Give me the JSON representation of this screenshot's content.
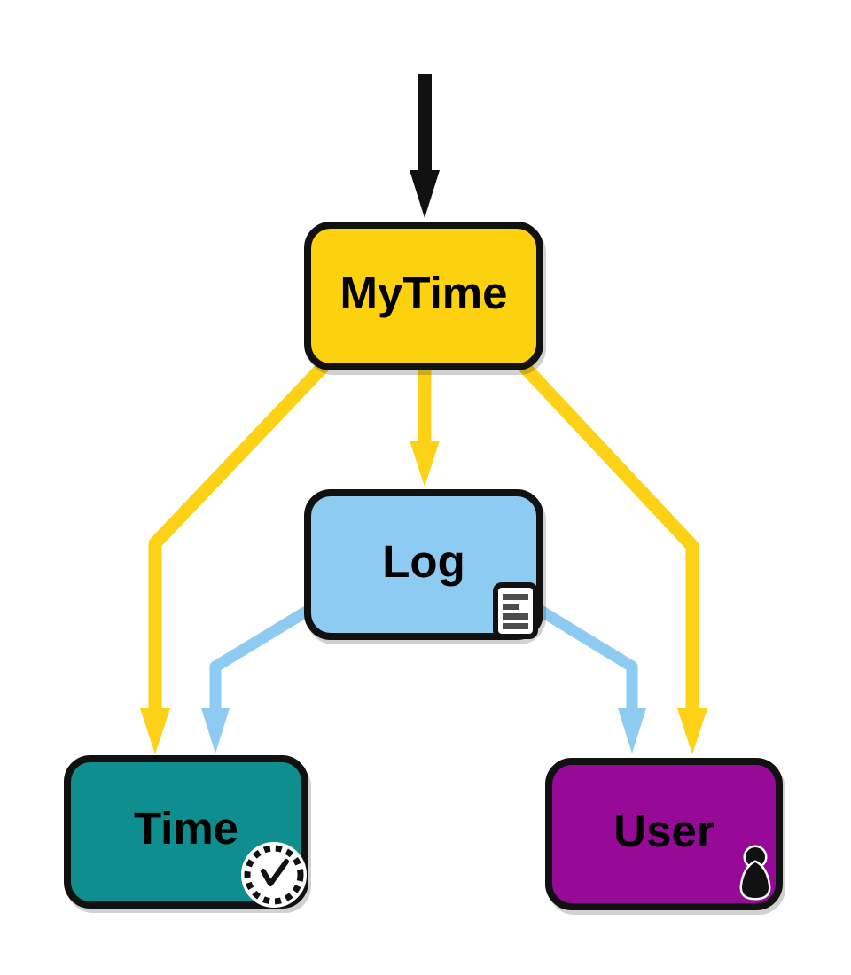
{
  "diagram": {
    "background_color": "#FFFFFF",
    "border_color": "#111111",
    "nodes": [
      {
        "id": "mytime",
        "label": "MyTime",
        "fill": "#FCD10E",
        "text_color": "#000000",
        "icon": null
      },
      {
        "id": "log",
        "label": "Log",
        "fill": "#8ECBF2",
        "text_color": "#000000",
        "icon": "document-icon"
      },
      {
        "id": "time",
        "label": "Time",
        "fill": "#0E8E8E",
        "text_color": "#000000",
        "icon": "clock-icon"
      },
      {
        "id": "user",
        "label": "User",
        "fill": "#970997",
        "text_color": "#000000",
        "icon": "person-icon"
      }
    ],
    "edges": [
      {
        "id": "entry-to-mytime",
        "from": "entry",
        "to": "mytime",
        "color": "#111111"
      },
      {
        "id": "mytime-to-log",
        "from": "mytime",
        "to": "log",
        "color": "#FCD116"
      },
      {
        "id": "mytime-to-time",
        "from": "mytime",
        "to": "time",
        "color": "#FCD116"
      },
      {
        "id": "mytime-to-user",
        "from": "mytime",
        "to": "user",
        "color": "#FCD116"
      },
      {
        "id": "log-to-time",
        "from": "log",
        "to": "time",
        "color": "#8ECBF2"
      },
      {
        "id": "log-to-user",
        "from": "log",
        "to": "user",
        "color": "#8ECBF2"
      }
    ]
  }
}
